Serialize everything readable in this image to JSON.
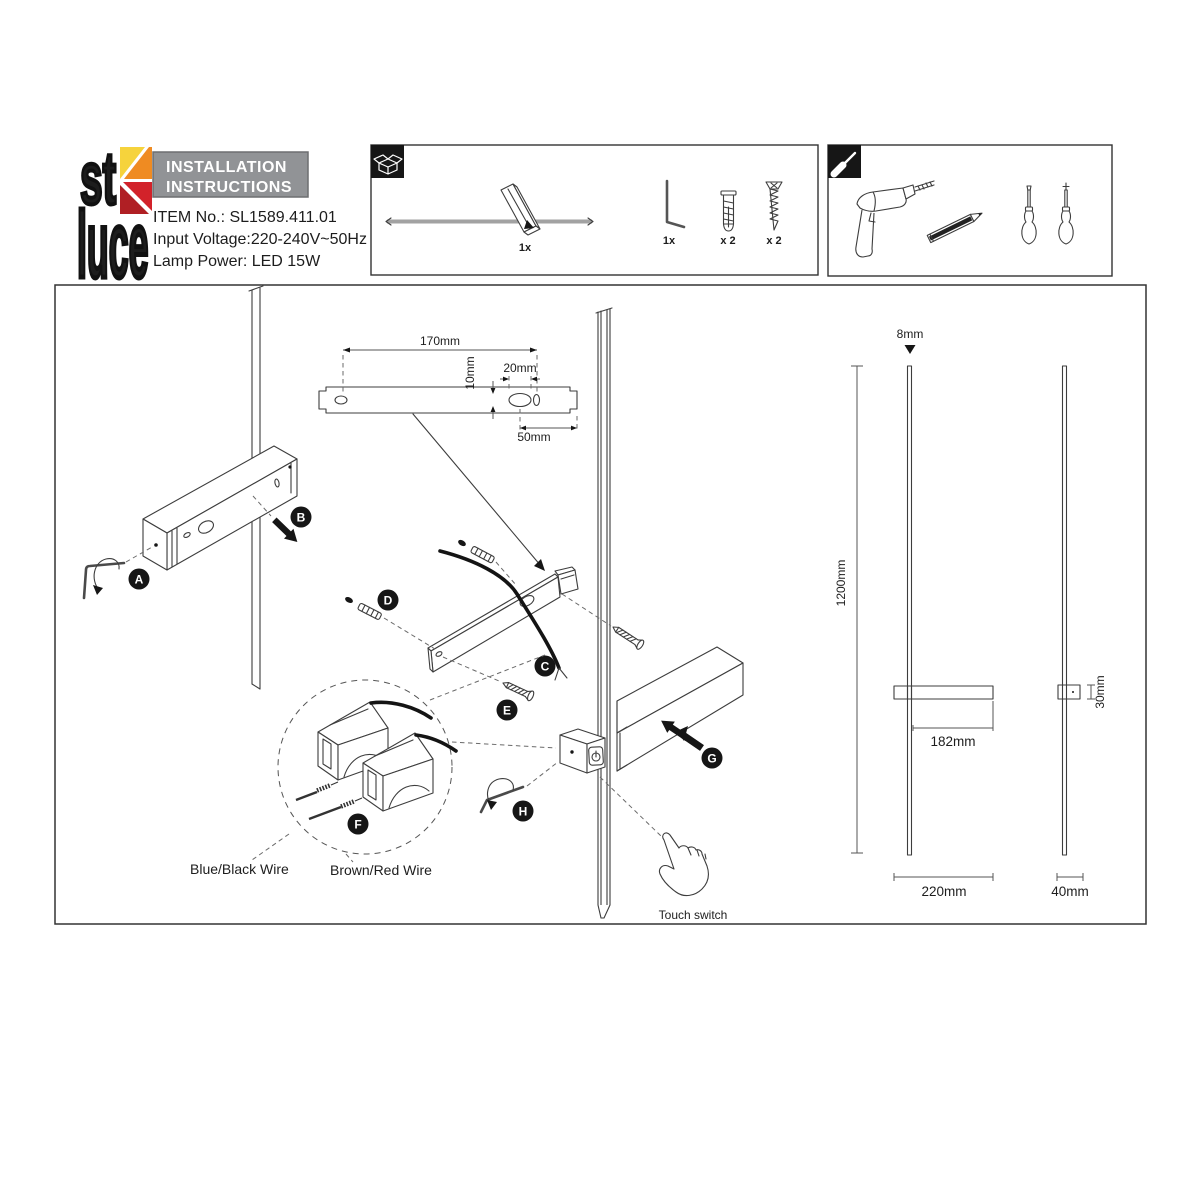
{
  "header": {
    "logo": {
      "line1": "st",
      "line2": "luce"
    },
    "title_line1": "INSTALLATION",
    "title_line2": "INSTRUCTIONS",
    "item_no": "ITEM No.: SL1589.411.01",
    "input_voltage": "Input Voltage:220-240V~50Hz",
    "lamp_power": "Lamp Power: LED 15W"
  },
  "included": {
    "lamp_qty": "1x",
    "hex_key_qty": "1x",
    "anchor_qty": "x 2",
    "screw_qty": "x 2"
  },
  "steps": {
    "a": "A",
    "b": "B",
    "c": "C",
    "d": "D",
    "e": "E",
    "f": "F",
    "g": "G",
    "h": "H"
  },
  "dims": {
    "bracket_length": "170mm",
    "bracket_hole_height": "10mm",
    "bracket_hole_width": "20mm",
    "bracket_hole_offset": "50mm",
    "rod_diameter": "8mm",
    "rod_length": "1200mm",
    "body_offset": "182mm",
    "body_length": "220mm",
    "body_depth": "30mm",
    "side_width": "40mm"
  },
  "notes": {
    "wire1": "Blue/Black Wire",
    "wire2": "Brown/Red Wire",
    "touch": "Touch switch"
  },
  "colors": {
    "logo_yellow": "#f6d33c",
    "logo_orange": "#ef8b22",
    "logo_red": "#d2222a",
    "logo_dark_red": "#b01f24",
    "title_bg": "#919396"
  }
}
